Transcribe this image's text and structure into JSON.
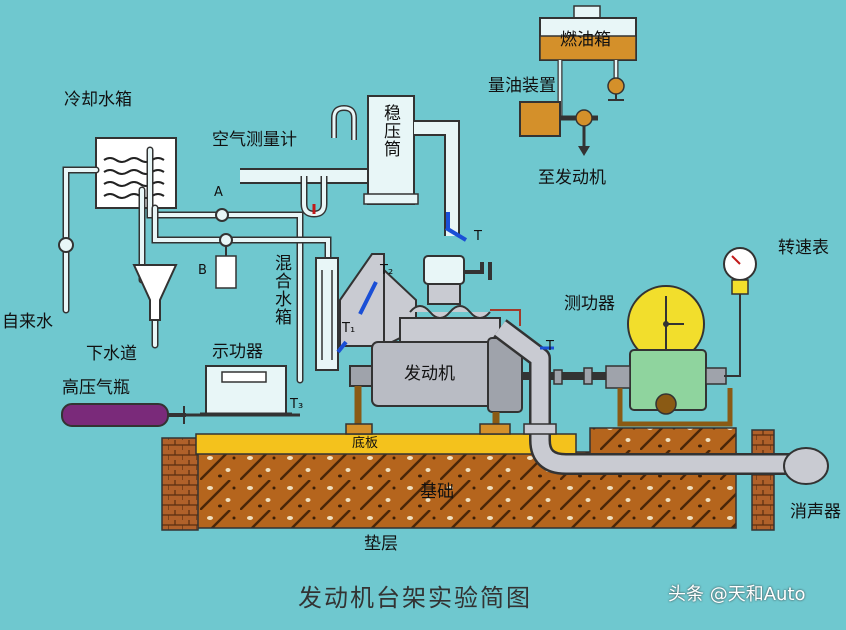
{
  "labels": {
    "fuel_tank": "燃油箱",
    "fuel_meter": "量油装置",
    "to_engine": "至发动机",
    "cooling_tank": "冷却水箱",
    "air_meter": "空气测量计",
    "surge_tank": "稳压筒",
    "point_a": "A",
    "point_b": "B",
    "t_top": "T",
    "t2": "T₂",
    "t1": "T₁",
    "t3": "T₃",
    "t_exhaust": "T",
    "mixing_tank": "混合水箱",
    "tap_water": "自来水",
    "drain": "下水道",
    "indicator": "示功器",
    "gas_cylinder": "高压气瓶",
    "engine": "发动机",
    "dynamometer": "测功器",
    "tachometer": "转速表",
    "base_plate": "底板",
    "foundation": "基础",
    "cushion": "垫层",
    "muffler": "消声器",
    "title": "发动机台架实验简图",
    "watermark": "头条 @天和Auto"
  },
  "colors": {
    "background": "#6fc8cf",
    "pipe": "#e8f6f7",
    "engine_body": "#b9bcc4",
    "base_plate": "#f4c21c",
    "foundation": "#b5651d",
    "dynamometer": "#f2de2c",
    "fuel_valve": "#d4902a"
  }
}
